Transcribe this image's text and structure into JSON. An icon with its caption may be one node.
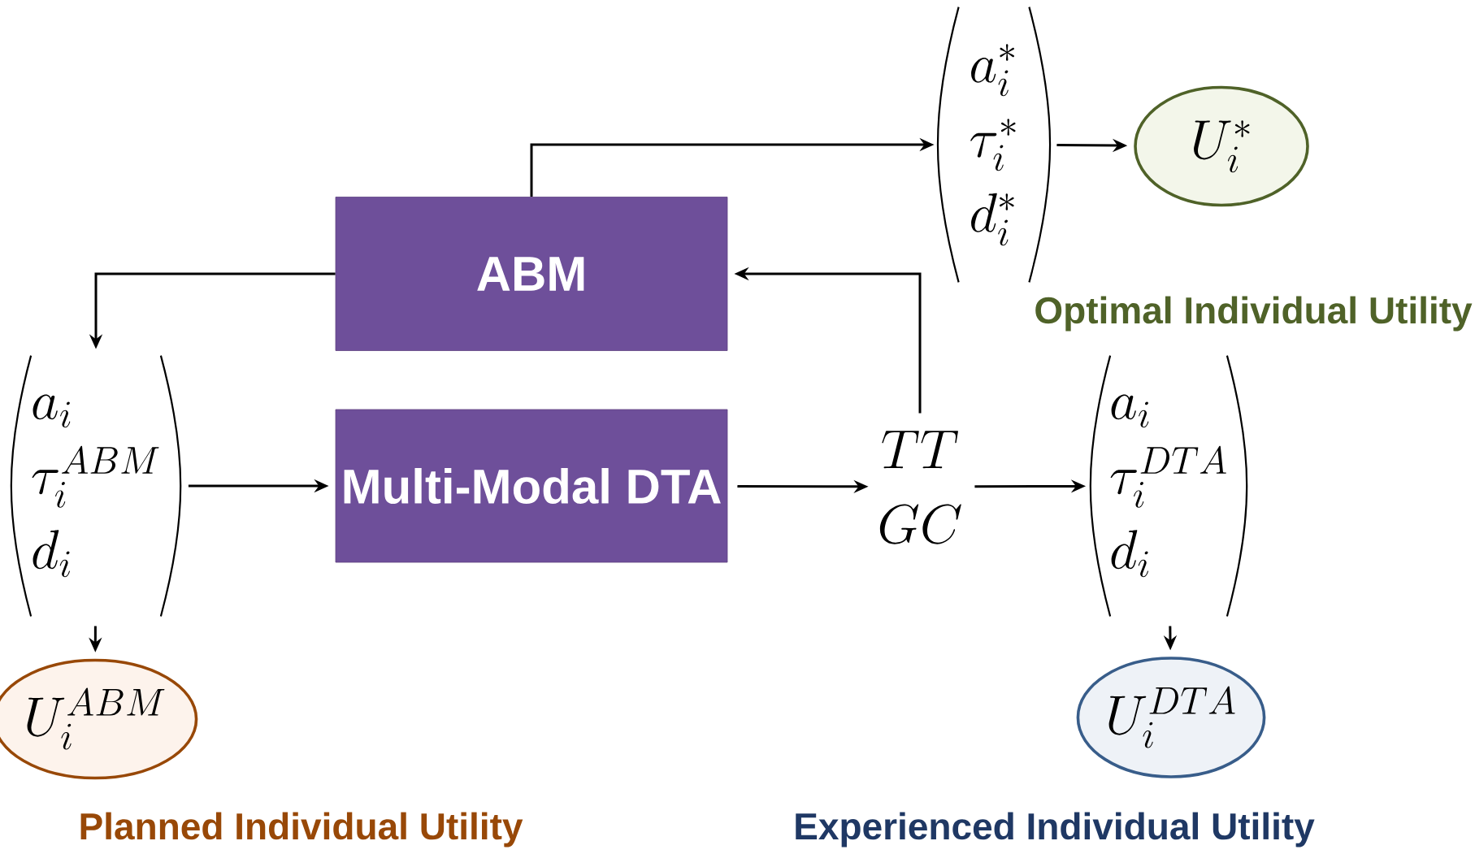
{
  "diagram": {
    "nodes": [
      {
        "text": [
          "ABM"
        ]
      },
      {
        "text": [
          "Multi-Modal DTA"
        ]
      },
      {
        "text": [
          "a_i",
          "\\tau_i^{ABM}",
          "d_i"
        ]
      },
      {
        "text": [
          "a_i^{*}",
          "\\tau_i^{*}",
          "d_i^{*}"
        ]
      },
      {
        "text": [
          "U_i^{*}"
        ]
      },
      {
        "text": [
          "TT",
          "GC"
        ]
      },
      {
        "text": [
          "a_i",
          "\\tau_i^{DTA}",
          "d_i"
        ]
      },
      {
        "text": [
          "U_i^{ABM}"
        ]
      },
      {
        "text": [
          "U_i^{DTA}"
        ]
      }
    ],
    "edges": [
      {
        "from": 0,
        "to": 3,
        "arrow": "to"
      },
      {
        "from": 0,
        "to": 2,
        "arrow": "to"
      },
      {
        "from": 5,
        "to": 0,
        "arrow": "to"
      },
      {
        "from": 2,
        "to": 1,
        "arrow": "to"
      },
      {
        "from": 1,
        "to": 5,
        "arrow": "to"
      },
      {
        "from": 5,
        "to": 6,
        "arrow": "to"
      },
      {
        "from": 3,
        "to": 4,
        "arrow": "to"
      },
      {
        "from": 2,
        "to": 7,
        "arrow": "to"
      },
      {
        "from": 6,
        "to": 8,
        "arrow": "to"
      }
    ],
    "labels": [
      "Optimal Individual Utility",
      "Planned Individual Utility",
      "Experienced Individual Utility"
    ]
  }
}
